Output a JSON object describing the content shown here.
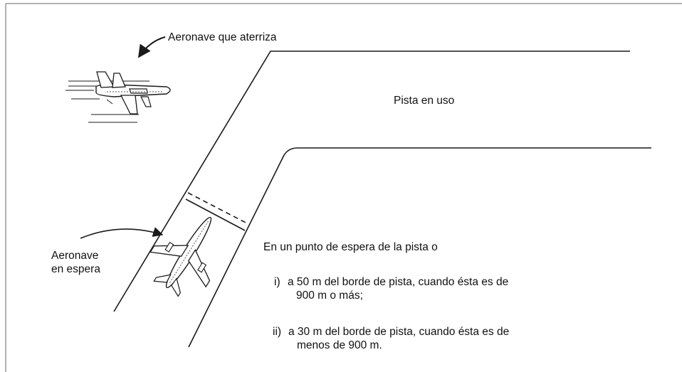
{
  "labels": {
    "landing_aircraft": "Aeronave que aterriza",
    "runway_in_use": "Pista en uso",
    "holding_aircraft_line1": "Aeronave",
    "holding_aircraft_line2": "en espera",
    "holding_point_intro": "En un punto de espera de la pista o",
    "item_i_marker": "i)",
    "item_i_line1": "a 50 m del borde de pista, cuando ésta es de",
    "item_i_line2": "900 m o más;",
    "item_ii_marker": "ii)",
    "item_ii_line1": "a 30 m del borde de pista, cuando ésta es de",
    "item_ii_line2": "menos de 900 m."
  },
  "colors": {
    "line": "#1a1a1a",
    "background": "#ffffff",
    "aircraft_fill": "#ffffff"
  },
  "icons": {
    "landing_aircraft": "airplane-side-view-icon",
    "holding_aircraft": "airplane-top-view-icon"
  }
}
